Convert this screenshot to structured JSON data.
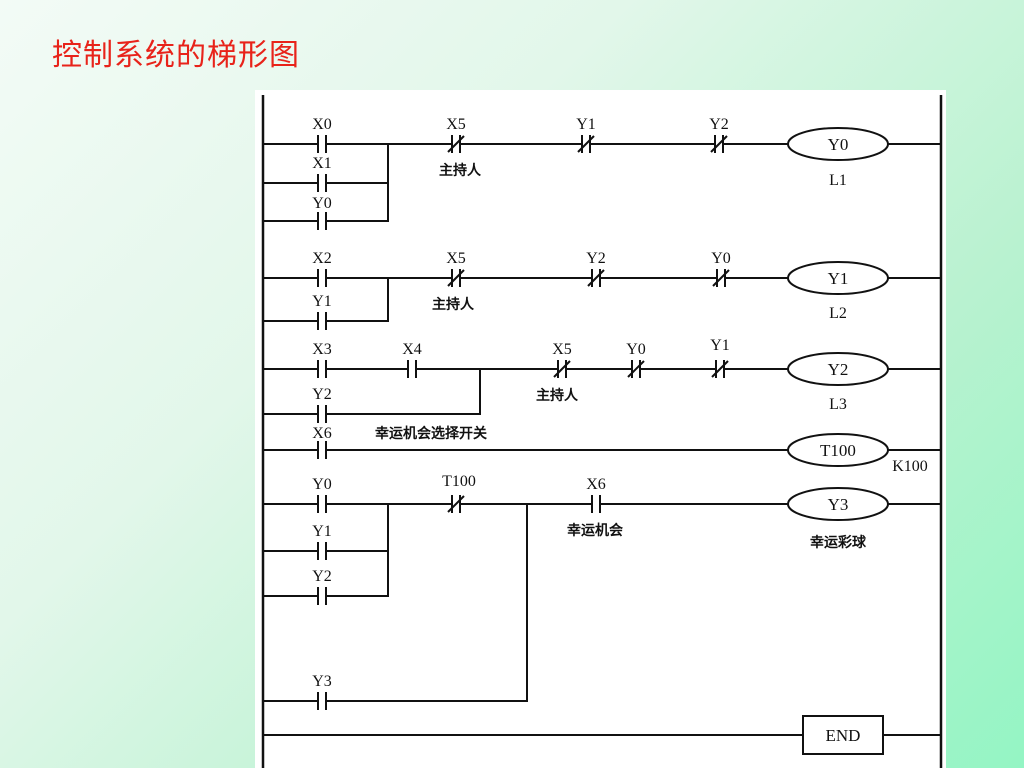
{
  "slide": {
    "title": "控制系统的梯形图"
  },
  "rungs": [
    {
      "contacts": [
        "X0",
        "X5",
        "Y1",
        "Y2"
      ],
      "branches": [
        "X1",
        "Y0"
      ],
      "contact_note": "主持人",
      "coil": "Y0",
      "coil_label": "L1"
    },
    {
      "contacts": [
        "X2",
        "X5",
        "Y2",
        "Y0"
      ],
      "branches": [
        "Y1"
      ],
      "contact_note": "主持人",
      "coil": "Y1",
      "coil_label": "L2"
    },
    {
      "contacts": [
        "X3",
        "X4",
        "X5",
        "Y0",
        "Y1"
      ],
      "branches": [
        "Y2"
      ],
      "contact_note": "主持人",
      "coil": "Y2",
      "coil_label": "L3"
    },
    {
      "contacts": [
        "X6"
      ],
      "contact_note": "幸运机会选择开关",
      "coil": "T100",
      "setting": "K100"
    },
    {
      "contacts": [
        "Y0",
        "T100",
        "X6"
      ],
      "branches": [
        "Y1",
        "Y2",
        "Y3"
      ],
      "contact_note": "幸运机会",
      "coil": "Y3",
      "coil_label": "幸运彩球"
    }
  ],
  "end_label": "END"
}
